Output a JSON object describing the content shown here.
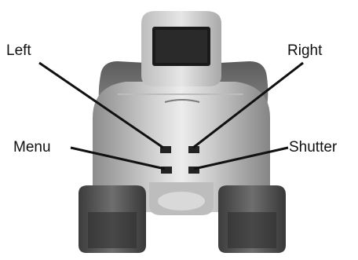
{
  "labels": {
    "left": "Left",
    "right": "Right",
    "menu": "Menu",
    "shutter": "Shutter"
  },
  "colors": {
    "leader_line": "#111111",
    "body_light": "#c9c9c9",
    "body_dark": "#4a4a4a",
    "screen": "#1a1a1a",
    "background": "#ffffff"
  }
}
